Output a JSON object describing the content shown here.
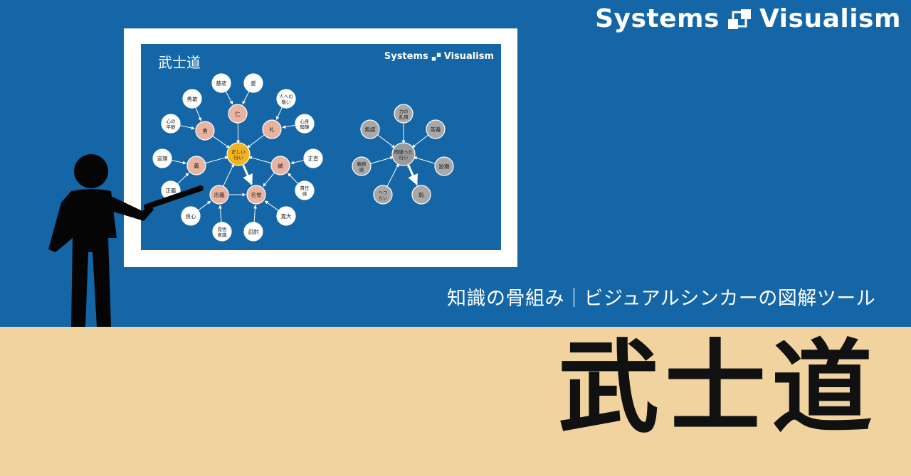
{
  "brand": {
    "name_left": "Systems",
    "name_right": "Visualism",
    "icon": "systems-visualism-logo-icon"
  },
  "slide": {
    "title": "武士道",
    "brand_left": "Systems",
    "brand_right": "Visualism",
    "nodes": [
      {
        "id": "center",
        "label": "正しい\n行い",
        "kind": "center"
      },
      {
        "id": "jin",
        "label": "仁",
        "kind": "virtue"
      },
      {
        "id": "rei",
        "label": "礼",
        "kind": "virtue"
      },
      {
        "id": "yu",
        "label": "勇",
        "kind": "virtue"
      },
      {
        "id": "gi",
        "label": "義",
        "kind": "virtue"
      },
      {
        "id": "makoto",
        "label": "誠",
        "kind": "virtue"
      },
      {
        "id": "chugi",
        "label": "忠義",
        "kind": "virtue"
      },
      {
        "id": "meiyo",
        "label": "名誉",
        "kind": "virtue"
      },
      {
        "id": "jihi",
        "label": "慈悲",
        "kind": "leaf"
      },
      {
        "id": "ai",
        "label": "愛",
        "kind": "leaf"
      },
      {
        "id": "hito",
        "label": "人への\n敬い",
        "kind": "leaf"
      },
      {
        "id": "yuukan",
        "label": "勇敢",
        "kind": "leaf"
      },
      {
        "id": "heisei",
        "label": "心の\n平静",
        "kind": "leaf"
      },
      {
        "id": "shinshin",
        "label": "心身\n鍛錬",
        "kind": "leaf"
      },
      {
        "id": "douri",
        "label": "道理",
        "kind": "leaf"
      },
      {
        "id": "shoujiki",
        "label": "正直",
        "kind": "leaf"
      },
      {
        "id": "seigi",
        "label": "正義",
        "kind": "leaf"
      },
      {
        "id": "sekinin",
        "label": "責任\n感",
        "kind": "leaf"
      },
      {
        "id": "ryoushin",
        "label": "良心",
        "kind": "leaf"
      },
      {
        "id": "kakugo",
        "label": "覚悟\n意識",
        "kind": "leaf"
      },
      {
        "id": "nintai",
        "label": "忍耐",
        "kind": "leaf"
      },
      {
        "id": "kandai",
        "label": "寛大",
        "kind": "leaf"
      },
      {
        "id": "wrong",
        "label": "間違った\n行い",
        "kind": "dark"
      },
      {
        "id": "chikara",
        "label": "力の\n乱用",
        "kind": "grey"
      },
      {
        "id": "muhou",
        "label": "無謀",
        "kind": "grey"
      },
      {
        "id": "sanban",
        "label": "茶番",
        "kind": "grey"
      },
      {
        "id": "gimu",
        "label": "義務\n感",
        "kind": "grey"
      },
      {
        "id": "hikyou",
        "label": "狡猾",
        "kind": "grey"
      },
      {
        "id": "hetsurai",
        "label": "へつ\nらい",
        "kind": "grey"
      },
      {
        "id": "haji",
        "label": "恥",
        "kind": "grey"
      }
    ]
  },
  "subtitle": "知識の骨組み｜ビジュアルシンカーの図解ツール",
  "big_title": "武士道",
  "colors": {
    "top_bg": "#1466a6",
    "bottom_bg": "#f0d39e",
    "virtue": "#e8b3a0",
    "center": "#f2b321",
    "grey": "#a8a8a8",
    "leaf": "#ffffff"
  }
}
